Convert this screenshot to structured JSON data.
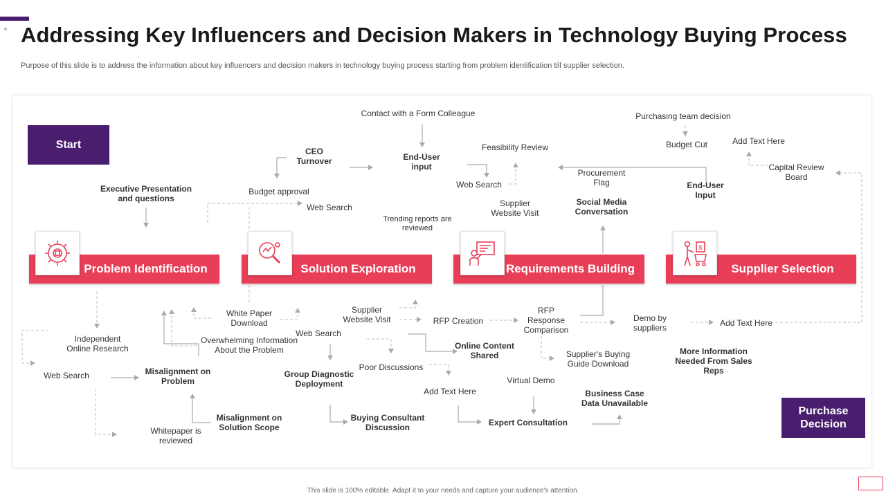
{
  "title": "Addressing Key Influencers and Decision Makers in Technology Buying Process",
  "subtitle": "Purpose of this slide is to address the information about key influencers and decision makers in technology buying process starting from problem identification till supplier selection.",
  "start_label": "Start",
  "purchase_label": "Purchase\nDecision",
  "stages": [
    {
      "label": "Problem Identification",
      "icon": "gear-circuit-icon"
    },
    {
      "label": "Solution Exploration",
      "icon": "magnifier-analysis-icon"
    },
    {
      "label": "Requirements Building",
      "icon": "presenter-board-icon"
    },
    {
      "label": "Supplier Selection",
      "icon": "buyer-cart-icon"
    }
  ],
  "labels": {
    "contact_colleague": "Contact with a Form Colleague",
    "purchasing_team": "Purchasing team decision",
    "feasibility_review": "Feasibility Review",
    "ceo_turnover": "CEO\nTurnover",
    "end_user_input_1": "End-User\ninput",
    "budget_cut": "Budget Cut",
    "add_text_1": "Add Text Here",
    "procurement_flag": "Procurement\nFlag",
    "capital_review": "Capital Review\nBoard",
    "web_search_1": "Web Search",
    "end_user_input_2": "End-User\nInput",
    "exec_presentation": "Executive Presentation\nand questions",
    "budget_approval": "Budget approval",
    "supplier_visit_1": "Supplier\nWebsite Visit",
    "social_media": "Social Media\nConversation",
    "web_search_2": "Web Search",
    "trending_reports": "Trending reports are\nreviewed",
    "white_paper_download": "White Paper\nDownload",
    "supplier_visit_2": "Supplier\nWebsite Visit",
    "rfp_response": "RFP\nResponse\nComparison",
    "rfp_creation": "RFP Creation",
    "demo_suppliers": "Demo by\nsuppliers",
    "add_text_2": "Add Text Here",
    "independent_research": "Independent\nOnline Research",
    "overwhelming_info": "Overwhelming Information\nAbout the Problem",
    "web_search_3": "Web Search",
    "online_content": "Online Content\nShared",
    "buying_guide": "Supplier's Buying\nGuide Download",
    "more_info": "More Information\nNeeded From Sales\nReps",
    "misalignment_problem": "Misalignment on\nProblem",
    "web_search_4": "Web Search",
    "poor_discussions": "Poor Discussions",
    "group_diagnostic": "Group Diagnostic\nDeployment",
    "virtual_demo": "Virtual Demo",
    "add_text_3": "Add Text Here",
    "business_case": "Business Case\nData Unavailable",
    "misalignment_scope": "Misalignment on\nSolution Scope",
    "buying_consultant": "Buying Consultant\nDiscussion",
    "expert_consultation": "Expert Consultation",
    "whitepaper_reviewed": "Whitepaper is\nreviewed"
  },
  "footer": "This slide is 100% editable. Adapt it to your needs and capture your audience's attention.",
  "colors": {
    "accent": "#e83e57",
    "dark_purple": "#4a1e6e",
    "arrow": "#aaaaaa"
  }
}
